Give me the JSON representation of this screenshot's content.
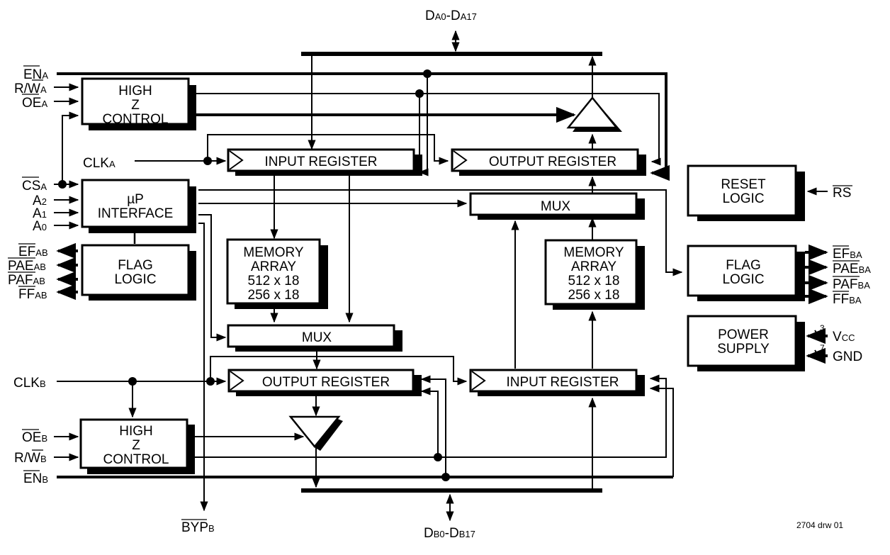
{
  "drawing_id": "2704 drw 01",
  "buses": {
    "a": {
      "main": "D",
      "sub1": "A0",
      "dash": "-D",
      "sub2": "A17"
    },
    "b": {
      "main": "D",
      "sub1": "B0",
      "dash": "-D",
      "sub2": "B17"
    }
  },
  "blocks": {
    "highz_a": [
      "HIGH",
      "Z",
      "CONTROL"
    ],
    "up_interface": [
      "µP",
      "INTERFACE"
    ],
    "flag_ab": [
      "FLAG",
      "LOGIC"
    ],
    "in_reg_a": "INPUT REGISTER",
    "out_reg_a": "OUTPUT REGISTER",
    "mem_a": [
      "MEMORY",
      "ARRAY",
      "512 x 18",
      "256 x 18"
    ],
    "mux_a": "MUX",
    "out_reg_b": "OUTPUT REGISTER",
    "mux_b": "MUX",
    "mem_b": [
      "MEMORY",
      "ARRAY",
      "512 x 18",
      "256 x 18"
    ],
    "in_reg_b": "INPUT REGISTER",
    "highz_b": [
      "HIGH",
      "Z",
      "CONTROL"
    ],
    "reset": [
      "RESET",
      "LOGIC"
    ],
    "flag_ba": [
      "FLAG",
      "LOGIC"
    ],
    "power": [
      "POWER",
      "SUPPLY"
    ]
  },
  "signals_left": {
    "en_a": {
      "main": "EN",
      "sub": "A",
      "overbar": true
    },
    "rw_a": {
      "main": "R/W",
      "sub": "A",
      "overbar_part": "W"
    },
    "oe_a": {
      "main": "OE",
      "sub": "A",
      "overbar": true
    },
    "clk_a": {
      "main": "CLK",
      "sub": "A"
    },
    "cs_a": {
      "main": "CS",
      "sub": "A",
      "overbar": true
    },
    "a2": {
      "main": "A",
      "sub": "2"
    },
    "a1": {
      "main": "A",
      "sub": "1"
    },
    "a0": {
      "main": "A",
      "sub": "0"
    },
    "ef_ab": {
      "main": "EF",
      "sub": "AB",
      "overbar": true
    },
    "pae_ab": {
      "main": "PAE",
      "sub": "AB",
      "overbar": true
    },
    "paf_ab": {
      "main": "PAF",
      "sub": "AB",
      "overbar": true
    },
    "ff_ab": {
      "main": "FF",
      "sub": "AB",
      "overbar": true
    },
    "clk_b": {
      "main": "CLK",
      "sub": "B"
    },
    "oe_b": {
      "main": "OE",
      "sub": "B",
      "overbar": true
    },
    "rw_b": {
      "main": "R/W",
      "sub": "B",
      "overbar_part": "W"
    },
    "en_b": {
      "main": "EN",
      "sub": "B",
      "overbar": true
    },
    "byp_b": {
      "main": "BYP",
      "sub": "B",
      "overbar": true
    }
  },
  "signals_right": {
    "rs": {
      "main": "RS",
      "overbar": true
    },
    "ef_ba": {
      "main": "EF",
      "sub": "BA",
      "overbar": true
    },
    "pae_ba": {
      "main": "PAE",
      "sub": "BA",
      "overbar": true
    },
    "paf_ba": {
      "main": "PAF",
      "sub": "BA",
      "overbar": true
    },
    "ff_ba": {
      "main": "FF",
      "sub": "BA",
      "overbar": true
    },
    "vcc": {
      "main": "V",
      "sub": "CC",
      "count": "3"
    },
    "gnd": {
      "main": "GND",
      "count": "7"
    }
  }
}
